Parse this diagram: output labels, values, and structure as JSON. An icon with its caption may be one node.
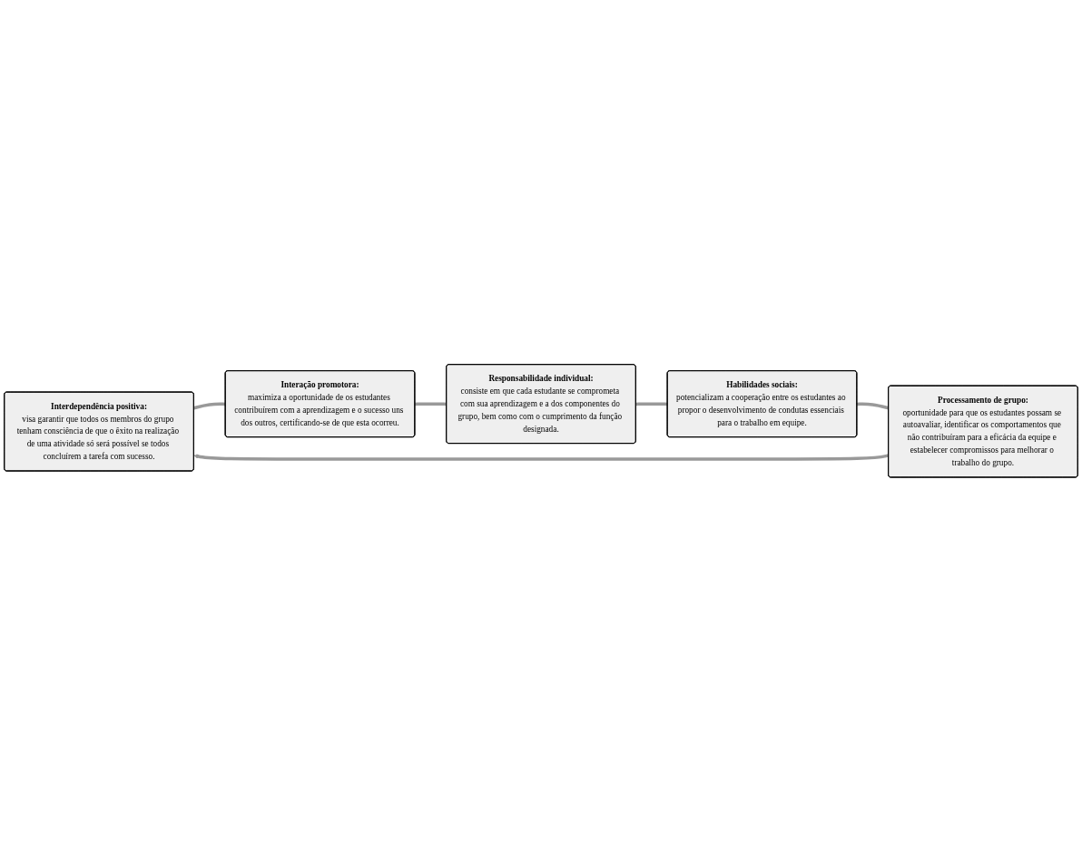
{
  "diagram": {
    "nodes": [
      {
        "text": [
          "Interdependência positiva:",
          "visa garantir que todos os membros do grupo tenham consciência de que o êxito na realização de uma atividade só será possível se todos concluírem a tarefa com sucesso."
        ]
      },
      {
        "text": [
          "Interação promotora:",
          "maximiza a oportunidade de os estudantes contribuírem com a aprendizagem e o sucesso uns dos outros, certificando-se de que esta ocorreu."
        ]
      },
      {
        "text": [
          "Responsabilidade individual:",
          "consiste em que cada estudante se comprometa com sua aprendizagem e a dos componentes do grupo, bem como com o cumprimento da função designada."
        ]
      },
      {
        "text": [
          "Habilidades sociais:",
          "potencializam a cooperação entre os estudantes ao propor o desenvolvimento de condutas essenciais para o trabalho em equipe."
        ]
      },
      {
        "text": [
          "Processamento de grupo:",
          "oportunidade para que os estudantes possam se autoavaliar, identificar os comportamentos que não contribuíram para a eficácia da equipe e estabelecer compromissos para melhorar o trabalho do grupo."
        ]
      }
    ],
    "edges": [
      {
        "from": 0,
        "to": 1,
        "arrow": "none"
      },
      {
        "from": 1,
        "to": 2,
        "arrow": "none"
      },
      {
        "from": 2,
        "to": 3,
        "arrow": "none"
      },
      {
        "from": 3,
        "to": 4,
        "arrow": "none"
      },
      {
        "from": 4,
        "to": 0,
        "arrow": "to"
      }
    ]
  }
}
